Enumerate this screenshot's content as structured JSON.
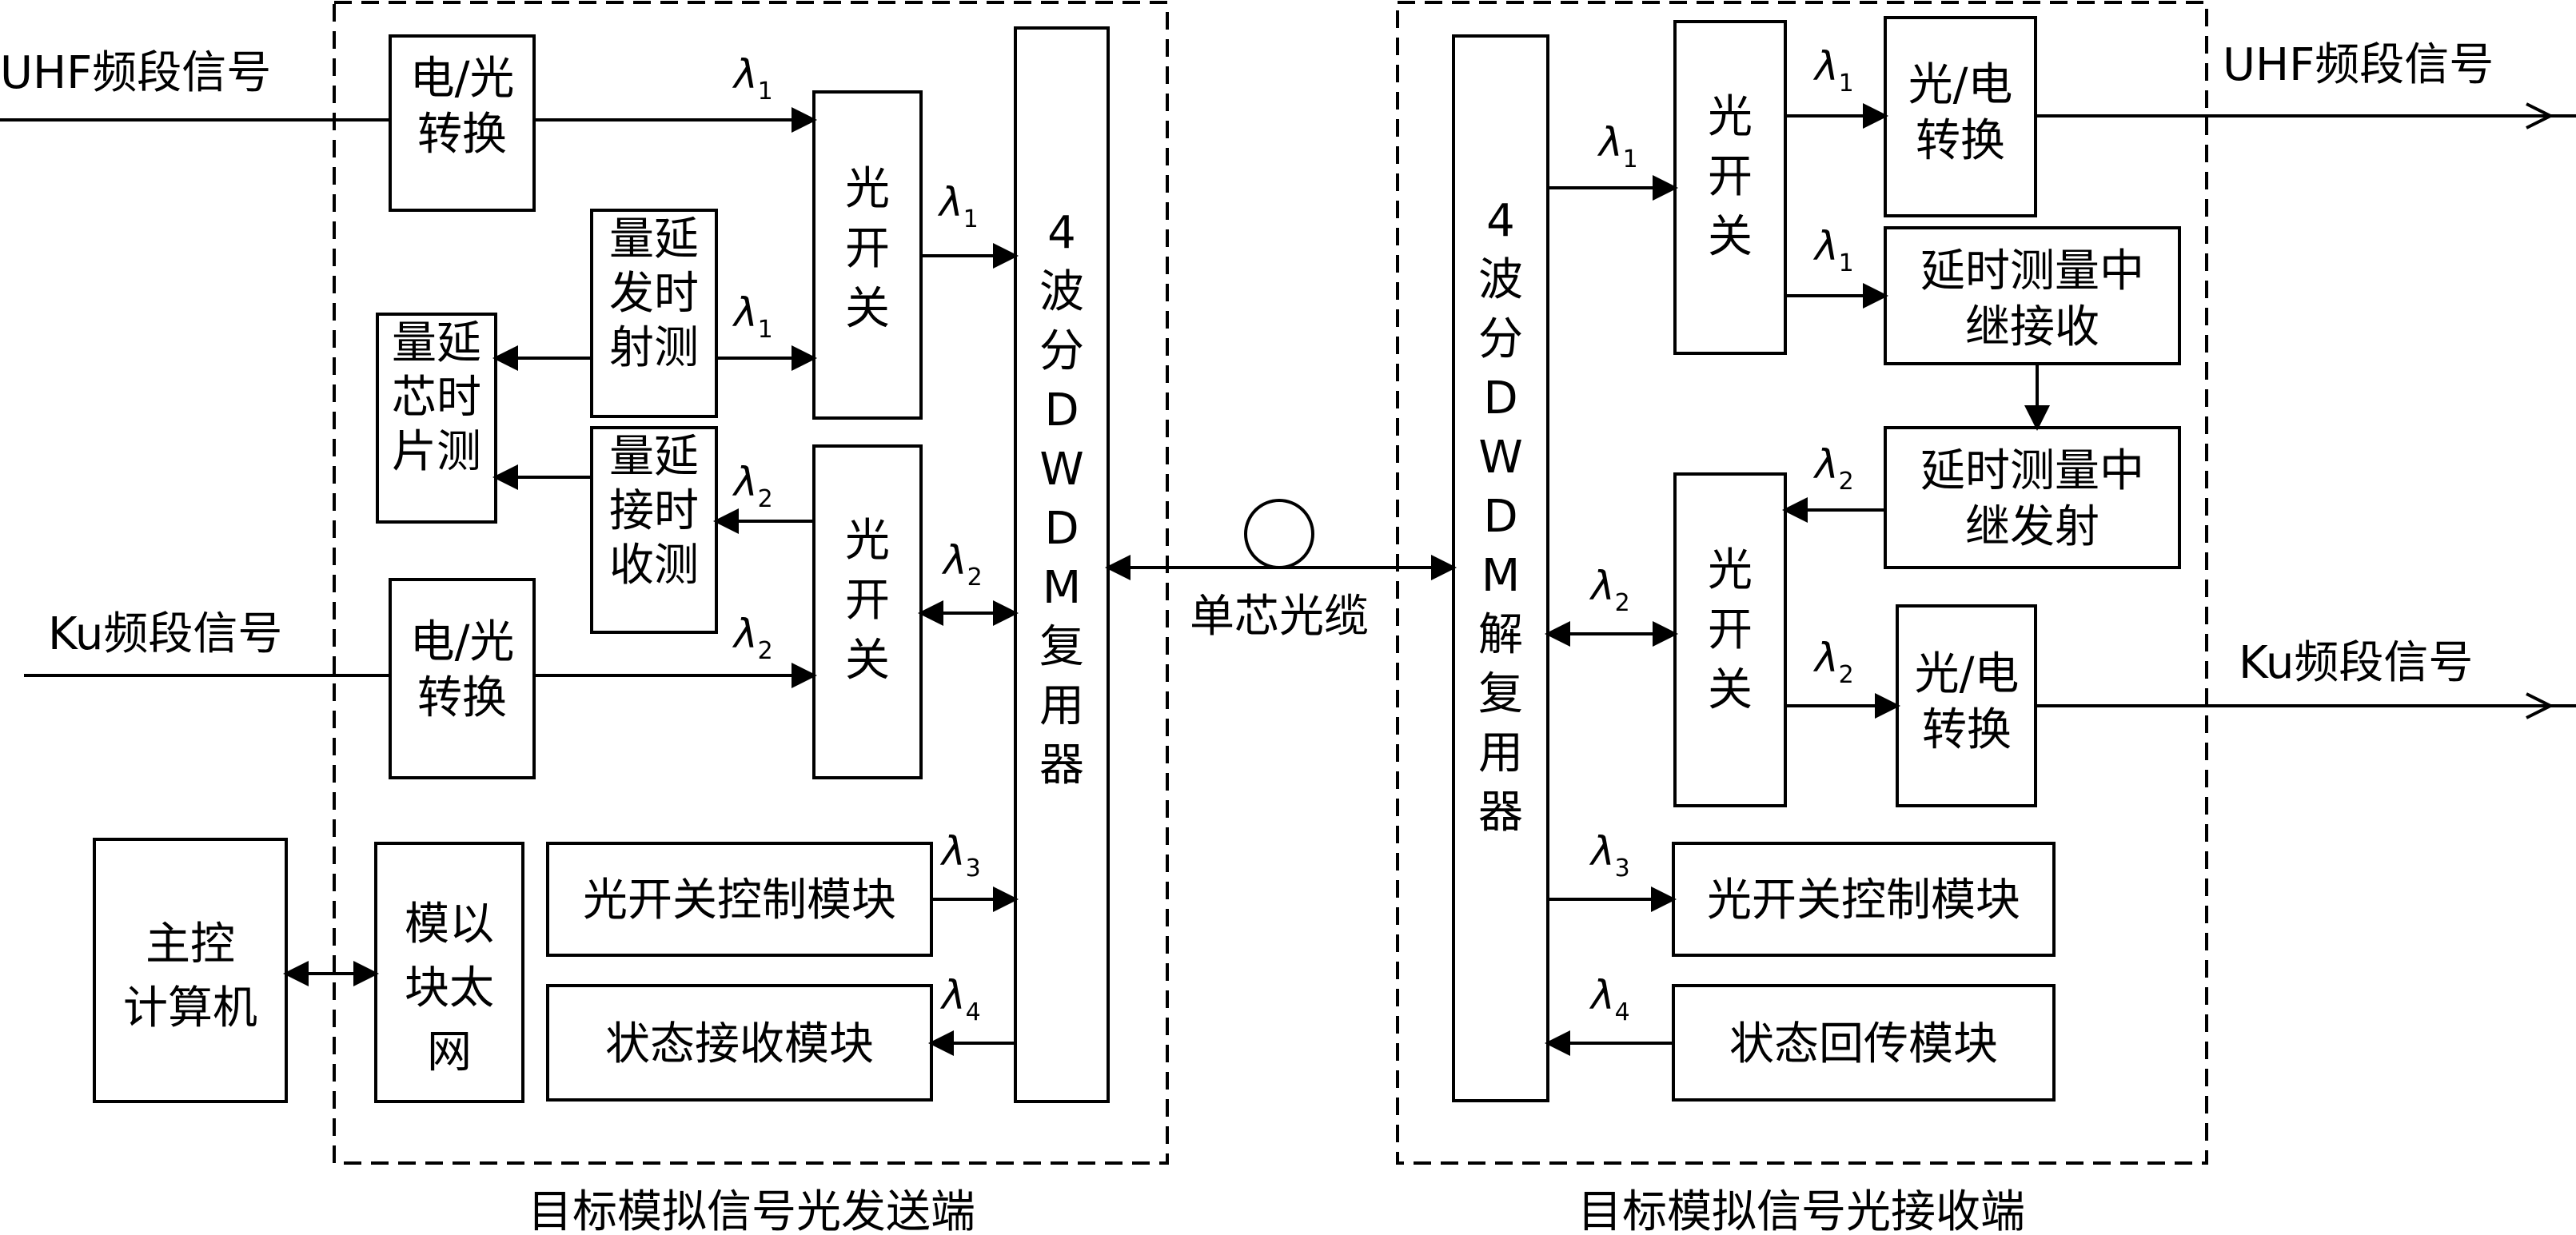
{
  "sections": {
    "sender": "目标模拟信号光发送端",
    "receiver": "目标模拟信号光接收端"
  },
  "signals": {
    "uhf_in": "UHF频段信号",
    "ku_in": "Ku频段信号",
    "uhf_out": "UHF频段信号",
    "ku_out": "Ku频段信号"
  },
  "sender": {
    "eo_uhf": "电/光转换",
    "eo_ku": "电/光转换",
    "switch_top": "光开关",
    "switch_bottom": "光开关",
    "delay_tx": "延时测量发射",
    "delay_rx": "延时测量接收",
    "delay_chip": "延时测量芯片",
    "mux": "4波分DWDM复用器",
    "ethernet": "以太网模块",
    "switch_ctrl": "光开关控制模块",
    "status_rx": "状态接收模块",
    "host": "主控计算机"
  },
  "cable": "单芯光缆",
  "receiver": {
    "demux": "4波分DWDM解复用器",
    "switch_top": "光开关",
    "switch_bottom": "光开关",
    "oe_uhf": "光/电转换",
    "oe_ku": "光/电转换",
    "relay_rx": "延时测量中继接收",
    "relay_tx": "延时测量中继发射",
    "switch_ctrl": "光开关控制模块",
    "status_tx": "状态回传模块"
  },
  "wavelengths": {
    "symbol": "λ",
    "l1": "1",
    "l2": "2",
    "l3": "3",
    "l4": "4"
  }
}
